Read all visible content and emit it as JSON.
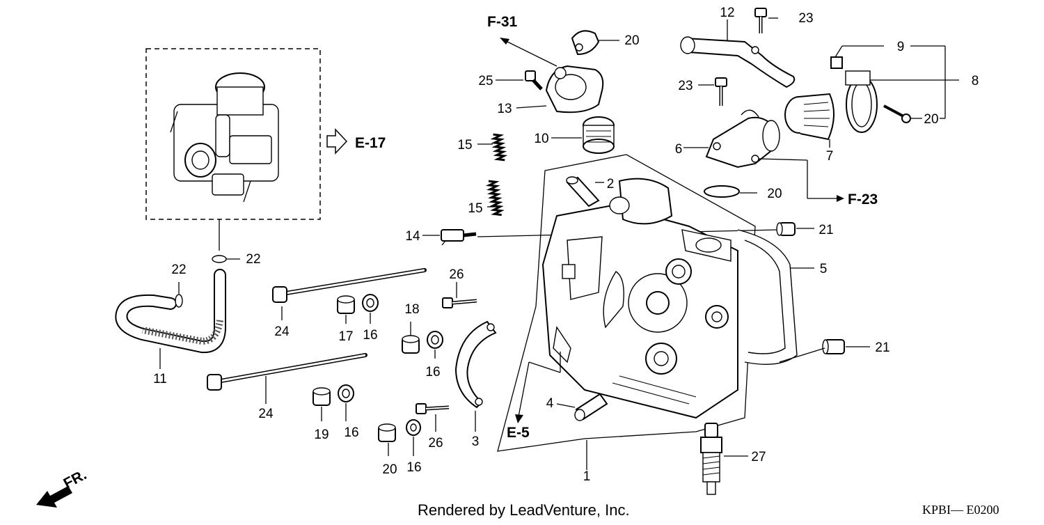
{
  "diagram": {
    "callouts": [
      "1",
      "2",
      "3",
      "4",
      "5",
      "6",
      "7",
      "8",
      "9",
      "10",
      "11",
      "12",
      "13",
      "14",
      "15",
      "15",
      "16",
      "16",
      "16",
      "16",
      "17",
      "18",
      "19",
      "20",
      "20",
      "20",
      "20",
      "21",
      "21",
      "22",
      "22",
      "23",
      "23",
      "24",
      "24",
      "25",
      "26",
      "26",
      "27"
    ],
    "references": {
      "e17": "E-17",
      "f31": "F-31",
      "f23": "F-23",
      "e5": "E-5"
    },
    "front_indicator": "FR.",
    "credit": "Rendered by LeadVenture, Inc.",
    "diagram_code": "KPBI—  E0200"
  }
}
